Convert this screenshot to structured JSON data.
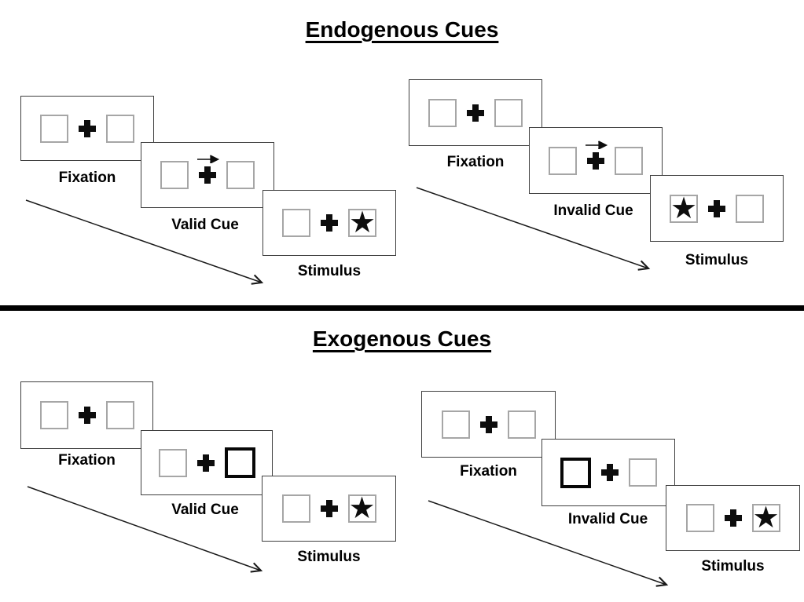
{
  "sections": [
    {
      "title": "Endogenous Cues",
      "groups": [
        {
          "name": "endogenous-valid",
          "panels": [
            {
              "label": "Fixation",
              "kind": "fixation"
            },
            {
              "label": "Valid Cue",
              "kind": "arrow-cue",
              "cue_direction": "right"
            },
            {
              "label": "Stimulus",
              "kind": "stimulus",
              "star_side": "right"
            }
          ]
        },
        {
          "name": "endogenous-invalid",
          "panels": [
            {
              "label": "Fixation",
              "kind": "fixation"
            },
            {
              "label": "Invalid Cue",
              "kind": "arrow-cue",
              "cue_direction": "right"
            },
            {
              "label": "Stimulus",
              "kind": "stimulus",
              "star_side": "left"
            }
          ]
        }
      ]
    },
    {
      "title": "Exogenous Cues",
      "groups": [
        {
          "name": "exogenous-valid",
          "panels": [
            {
              "label": "Fixation",
              "kind": "fixation"
            },
            {
              "label": "Valid Cue",
              "kind": "box-cue",
              "highlight_side": "right"
            },
            {
              "label": "Stimulus",
              "kind": "stimulus",
              "star_side": "right"
            }
          ]
        },
        {
          "name": "exogenous-invalid",
          "panels": [
            {
              "label": "Fixation",
              "kind": "fixation"
            },
            {
              "label": "Invalid Cue",
              "kind": "box-cue",
              "highlight_side": "left"
            },
            {
              "label": "Stimulus",
              "kind": "stimulus",
              "star_side": "right"
            }
          ]
        }
      ]
    }
  ],
  "icons": {
    "star": "★",
    "fixation_cross": "plus-cross",
    "cue_arrow": "right-arrow"
  },
  "colors": {
    "background": "#ffffff",
    "ink": "#000000",
    "panel_border": "#3f3f3f",
    "box_border": "#a6a6a6",
    "cue_box_border": "#070707",
    "divider": "#000000"
  }
}
